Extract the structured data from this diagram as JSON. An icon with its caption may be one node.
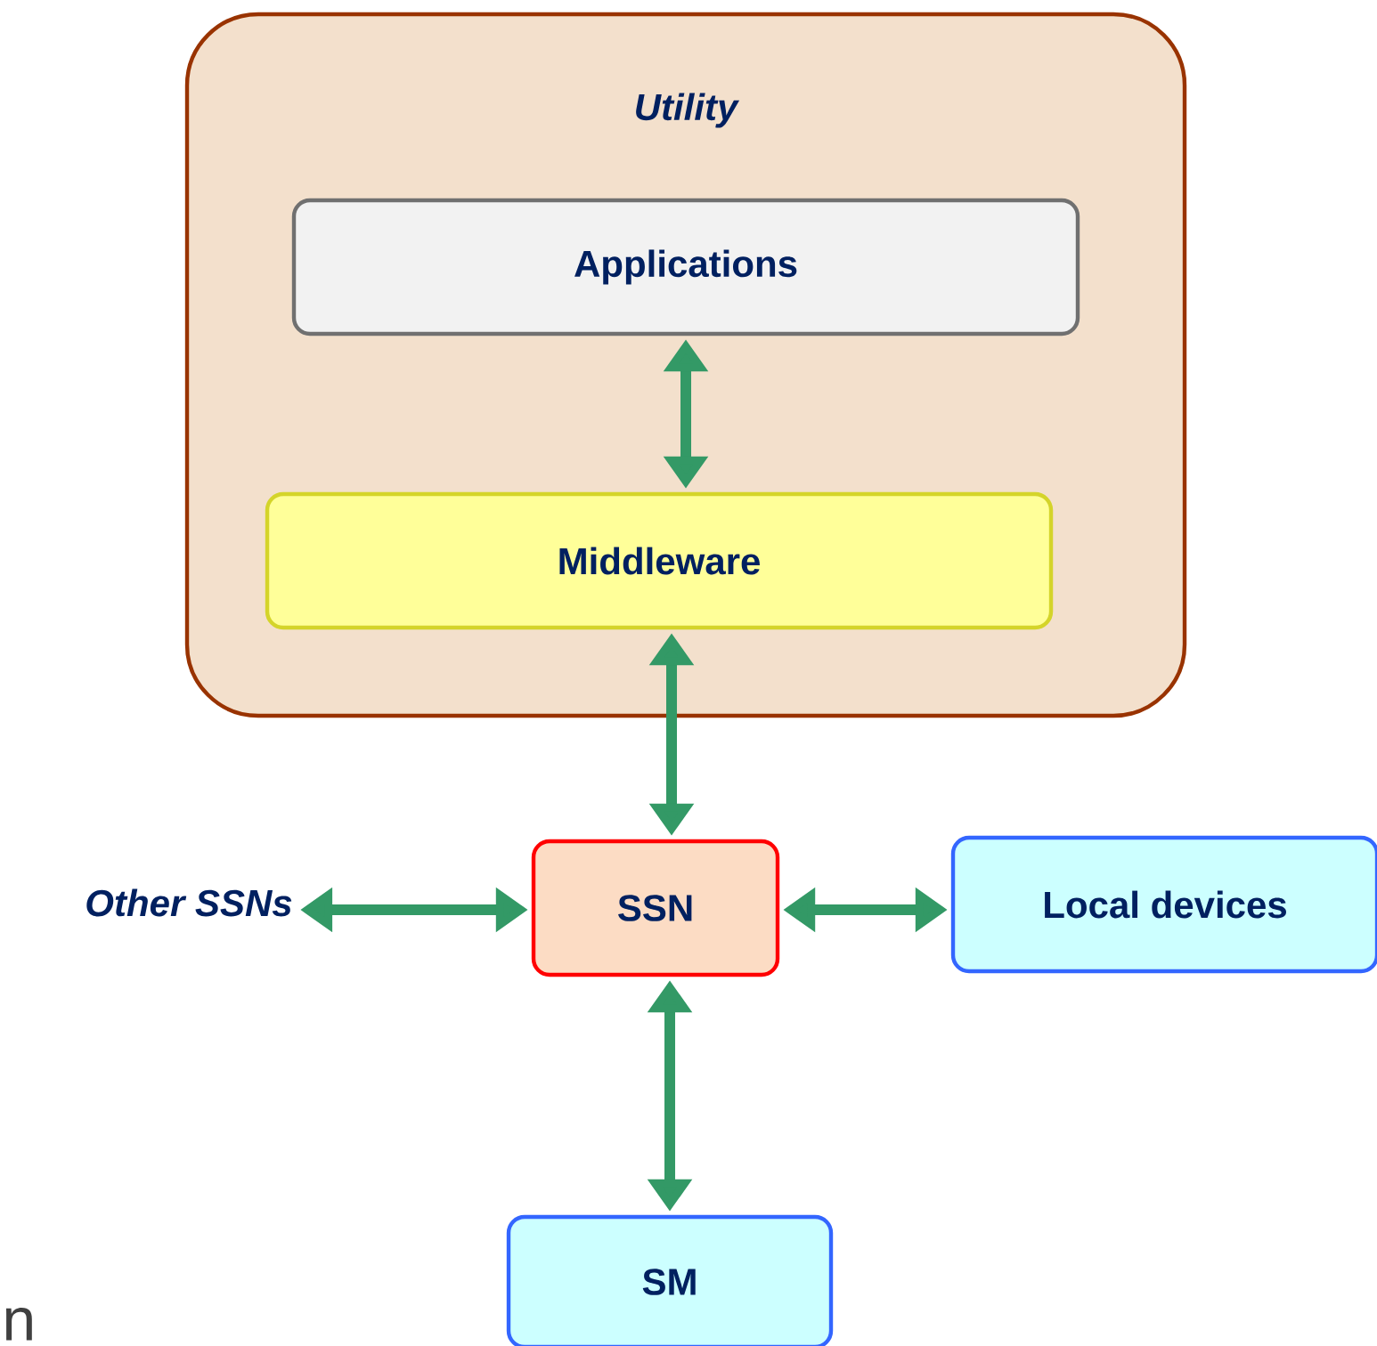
{
  "diagram": {
    "nodes": [
      {
        "text": [
          "Utility"
        ]
      },
      {
        "text": [
          "Applications"
        ],
        "in": 0
      },
      {
        "text": [
          "Middleware"
        ],
        "in": 0
      },
      {
        "text": [
          "SSN"
        ]
      },
      {
        "text": [
          "Other SSNs"
        ]
      },
      {
        "text": [
          "Local devices"
        ]
      },
      {
        "text": [
          "SM"
        ]
      }
    ],
    "edges": [
      {
        "from": 1,
        "to": 2,
        "arrow": "both"
      },
      {
        "from": 2,
        "to": 3,
        "arrow": "both"
      },
      {
        "from": 4,
        "to": 3,
        "arrow": "both"
      },
      {
        "from": 3,
        "to": 5,
        "arrow": "both"
      },
      {
        "from": 3,
        "to": 6,
        "arrow": "both"
      }
    ],
    "labels": [
      "n"
    ]
  }
}
